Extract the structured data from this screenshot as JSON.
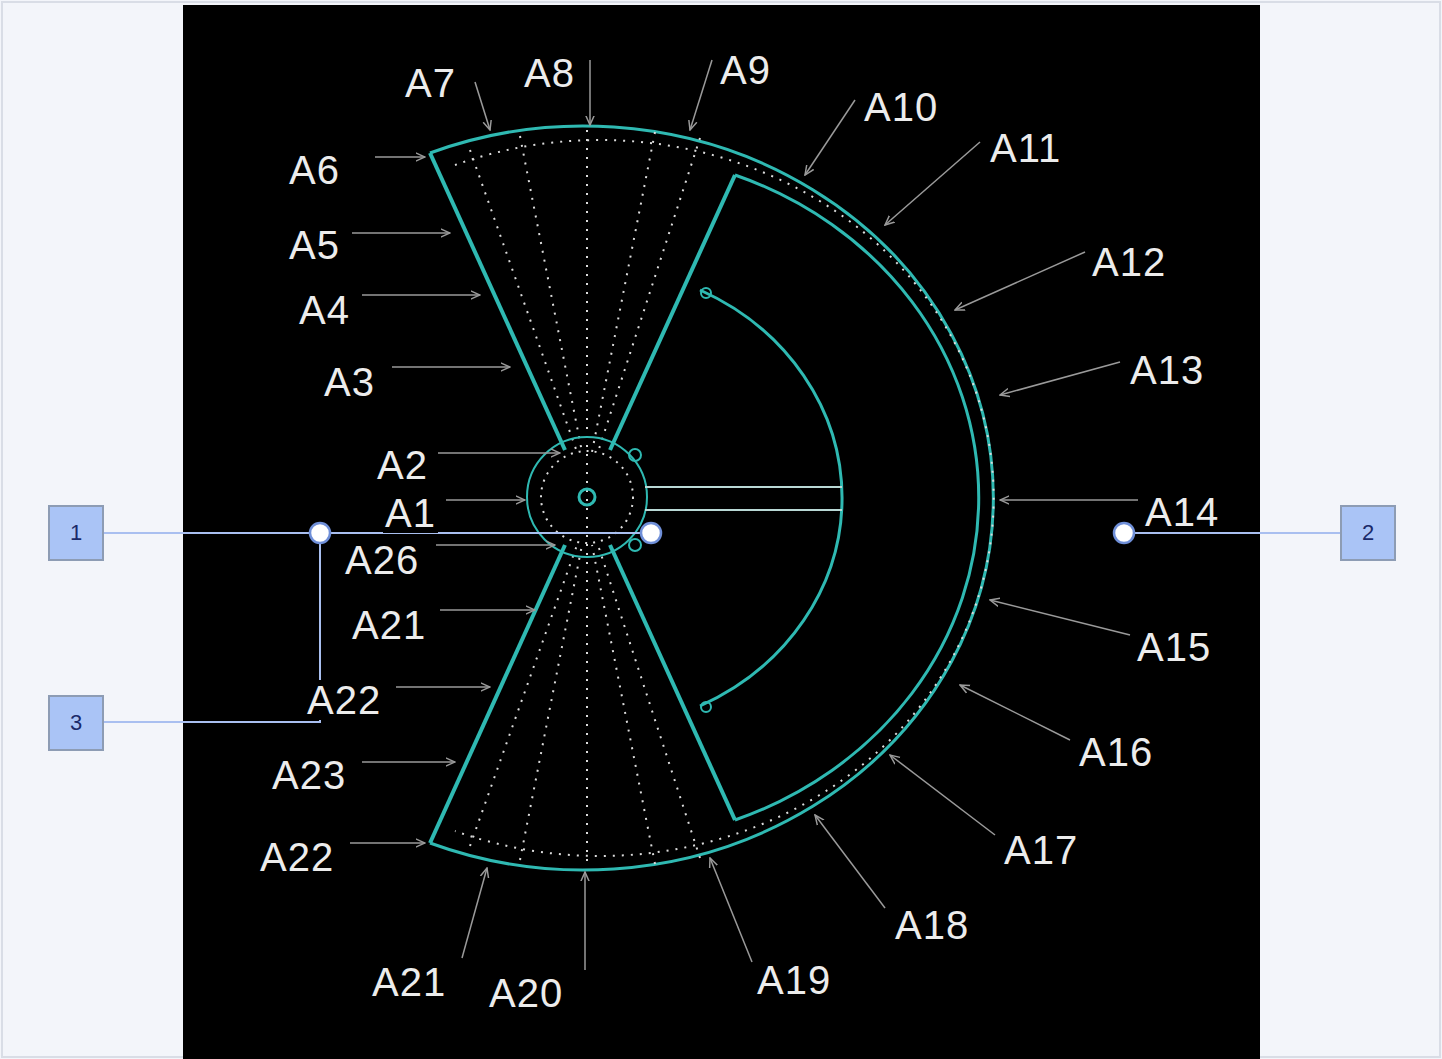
{
  "diagram": {
    "nodes": [
      {
        "text": [
          "1"
        ]
      },
      {
        "text": [
          "2"
        ]
      },
      {
        "text": [
          "3"
        ]
      }
    ],
    "labels": [
      "A7",
      "A8",
      "A9",
      "A10",
      "A11",
      "A6",
      "A5",
      "A12",
      "A4",
      "A13",
      "A3",
      "A2",
      "A1",
      "A14",
      "A26",
      "A21",
      "A15",
      "A22",
      "A16",
      "A23",
      "A17",
      "A22",
      "A18",
      "A21",
      "A19",
      "A20"
    ]
  }
}
